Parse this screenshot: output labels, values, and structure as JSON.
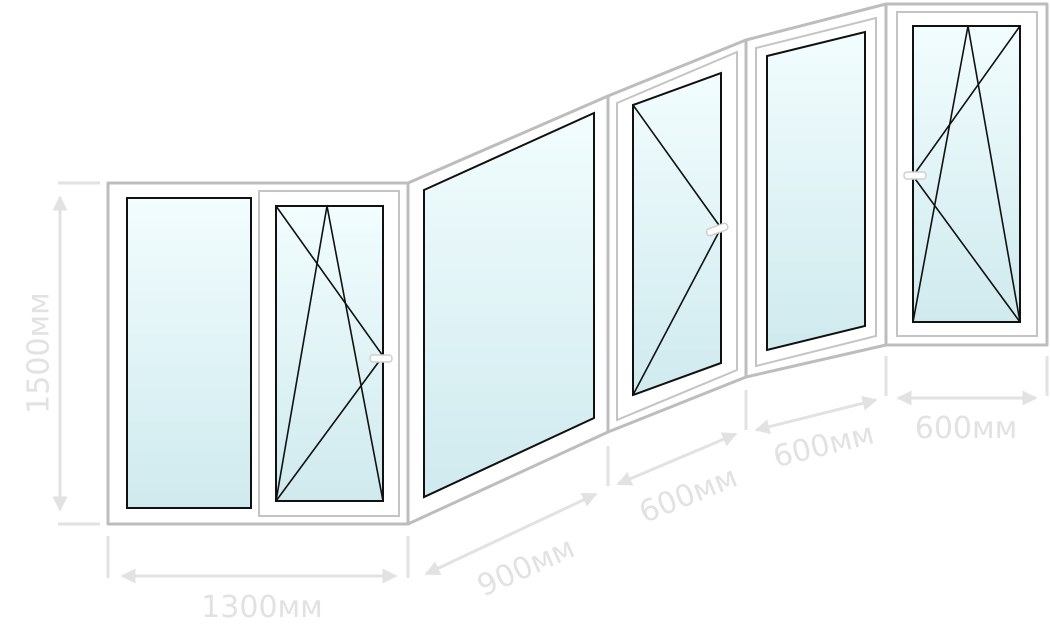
{
  "diagram": {
    "colors": {
      "frame": "#bdbdbd",
      "glass_top": "#f2fdfe",
      "glass_bottom": "#cfeaee",
      "outline": "#111111",
      "dimension": "#e2e2e2"
    },
    "dimensions": {
      "height_label": "1500мм",
      "width_1": "1300мм",
      "width_2": "900мм",
      "width_3": "600мм",
      "width_4": "600мм",
      "width_5": "600мм"
    },
    "panels": [
      {
        "segment": 1,
        "type": "fixed"
      },
      {
        "segment": 1,
        "type": "tilt-turn",
        "handle": "right"
      },
      {
        "segment": 2,
        "type": "fixed"
      },
      {
        "segment": 3,
        "type": "turn",
        "handle": "right"
      },
      {
        "segment": 4,
        "type": "fixed"
      },
      {
        "segment": 5,
        "type": "tilt-turn",
        "handle": "left"
      }
    ]
  }
}
